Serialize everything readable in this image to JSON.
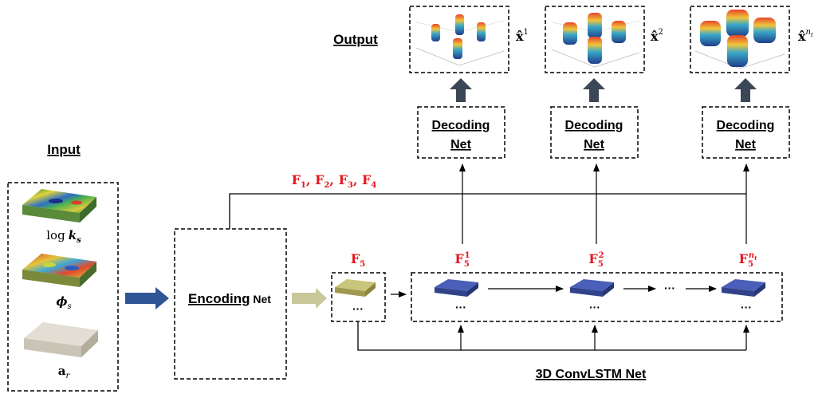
{
  "input": {
    "title": "Input",
    "items": [
      {
        "label_main": "log",
        "label_sym": "k",
        "label_sub": "s"
      },
      {
        "label_sym": "ϕ",
        "label_sub": "s"
      },
      {
        "label_sym": "a",
        "label_sub": "r"
      }
    ]
  },
  "encoding": {
    "label_bold": "Encoding",
    "label_rest": " Net"
  },
  "features": {
    "list": [
      "F",
      "1",
      ", ",
      "F",
      "2",
      ", ",
      "F",
      "3",
      ", ",
      "F",
      "4"
    ],
    "f5_base": "F",
    "f5_sub": "5",
    "steps": [
      {
        "sup": "1"
      },
      {
        "sup": "2"
      },
      {
        "sup": "n",
        "sup_sub": "t"
      }
    ]
  },
  "ellipsis": "···",
  "convlstm_label": "3D ConvLSTM Net",
  "output": {
    "title": "Output",
    "decoding_line1": "Decoding",
    "decoding_line2": "Net",
    "predictions": [
      {
        "base": "x̂",
        "sup": "1"
      },
      {
        "base": "x̂",
        "sup": "2"
      },
      {
        "base": "x̂",
        "sup": "n",
        "sup_sub": "t"
      }
    ]
  },
  "colors": {
    "accent_red": "#e8141b",
    "arrow_blue": "#2f5597",
    "arrow_olive": "#c8c89a",
    "cell_blue": "#3f51a3",
    "f5_olive": "#b8b46a",
    "dark_arrow": "#3b4657"
  }
}
